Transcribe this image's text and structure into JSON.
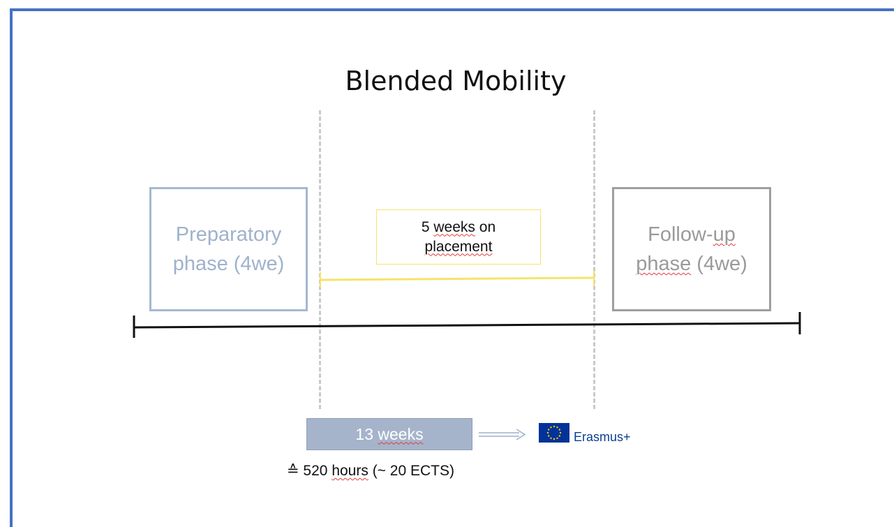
{
  "diagram": {
    "title": "Blended Mobility",
    "preparatory": {
      "line1": "Preparatory",
      "line2": "phase (4we)"
    },
    "placement": {
      "line1_word1": "5",
      "line1_word2": "weeks",
      "line1_word3": "on",
      "line2": "placement"
    },
    "follow_up": {
      "line1_a": "Follow-",
      "line1_b": "up",
      "line2_a": "phase",
      "line2_b": "(4we)"
    },
    "total": {
      "num": "13",
      "word": "weeks"
    },
    "hours": {
      "prefix": "≙ 520",
      "word": "hours",
      "suffix": "(~ 20 ECTS)"
    },
    "logo": {
      "text": "Erasmus+",
      "flag_icon": "eu-flag-icon"
    },
    "colors": {
      "border_blue": "#4472c4",
      "prep": "#a6b8d0",
      "follow": "#9e9e9e",
      "placement_line": "#f6e36b",
      "weeks_fill": "#a6b4cb"
    }
  }
}
